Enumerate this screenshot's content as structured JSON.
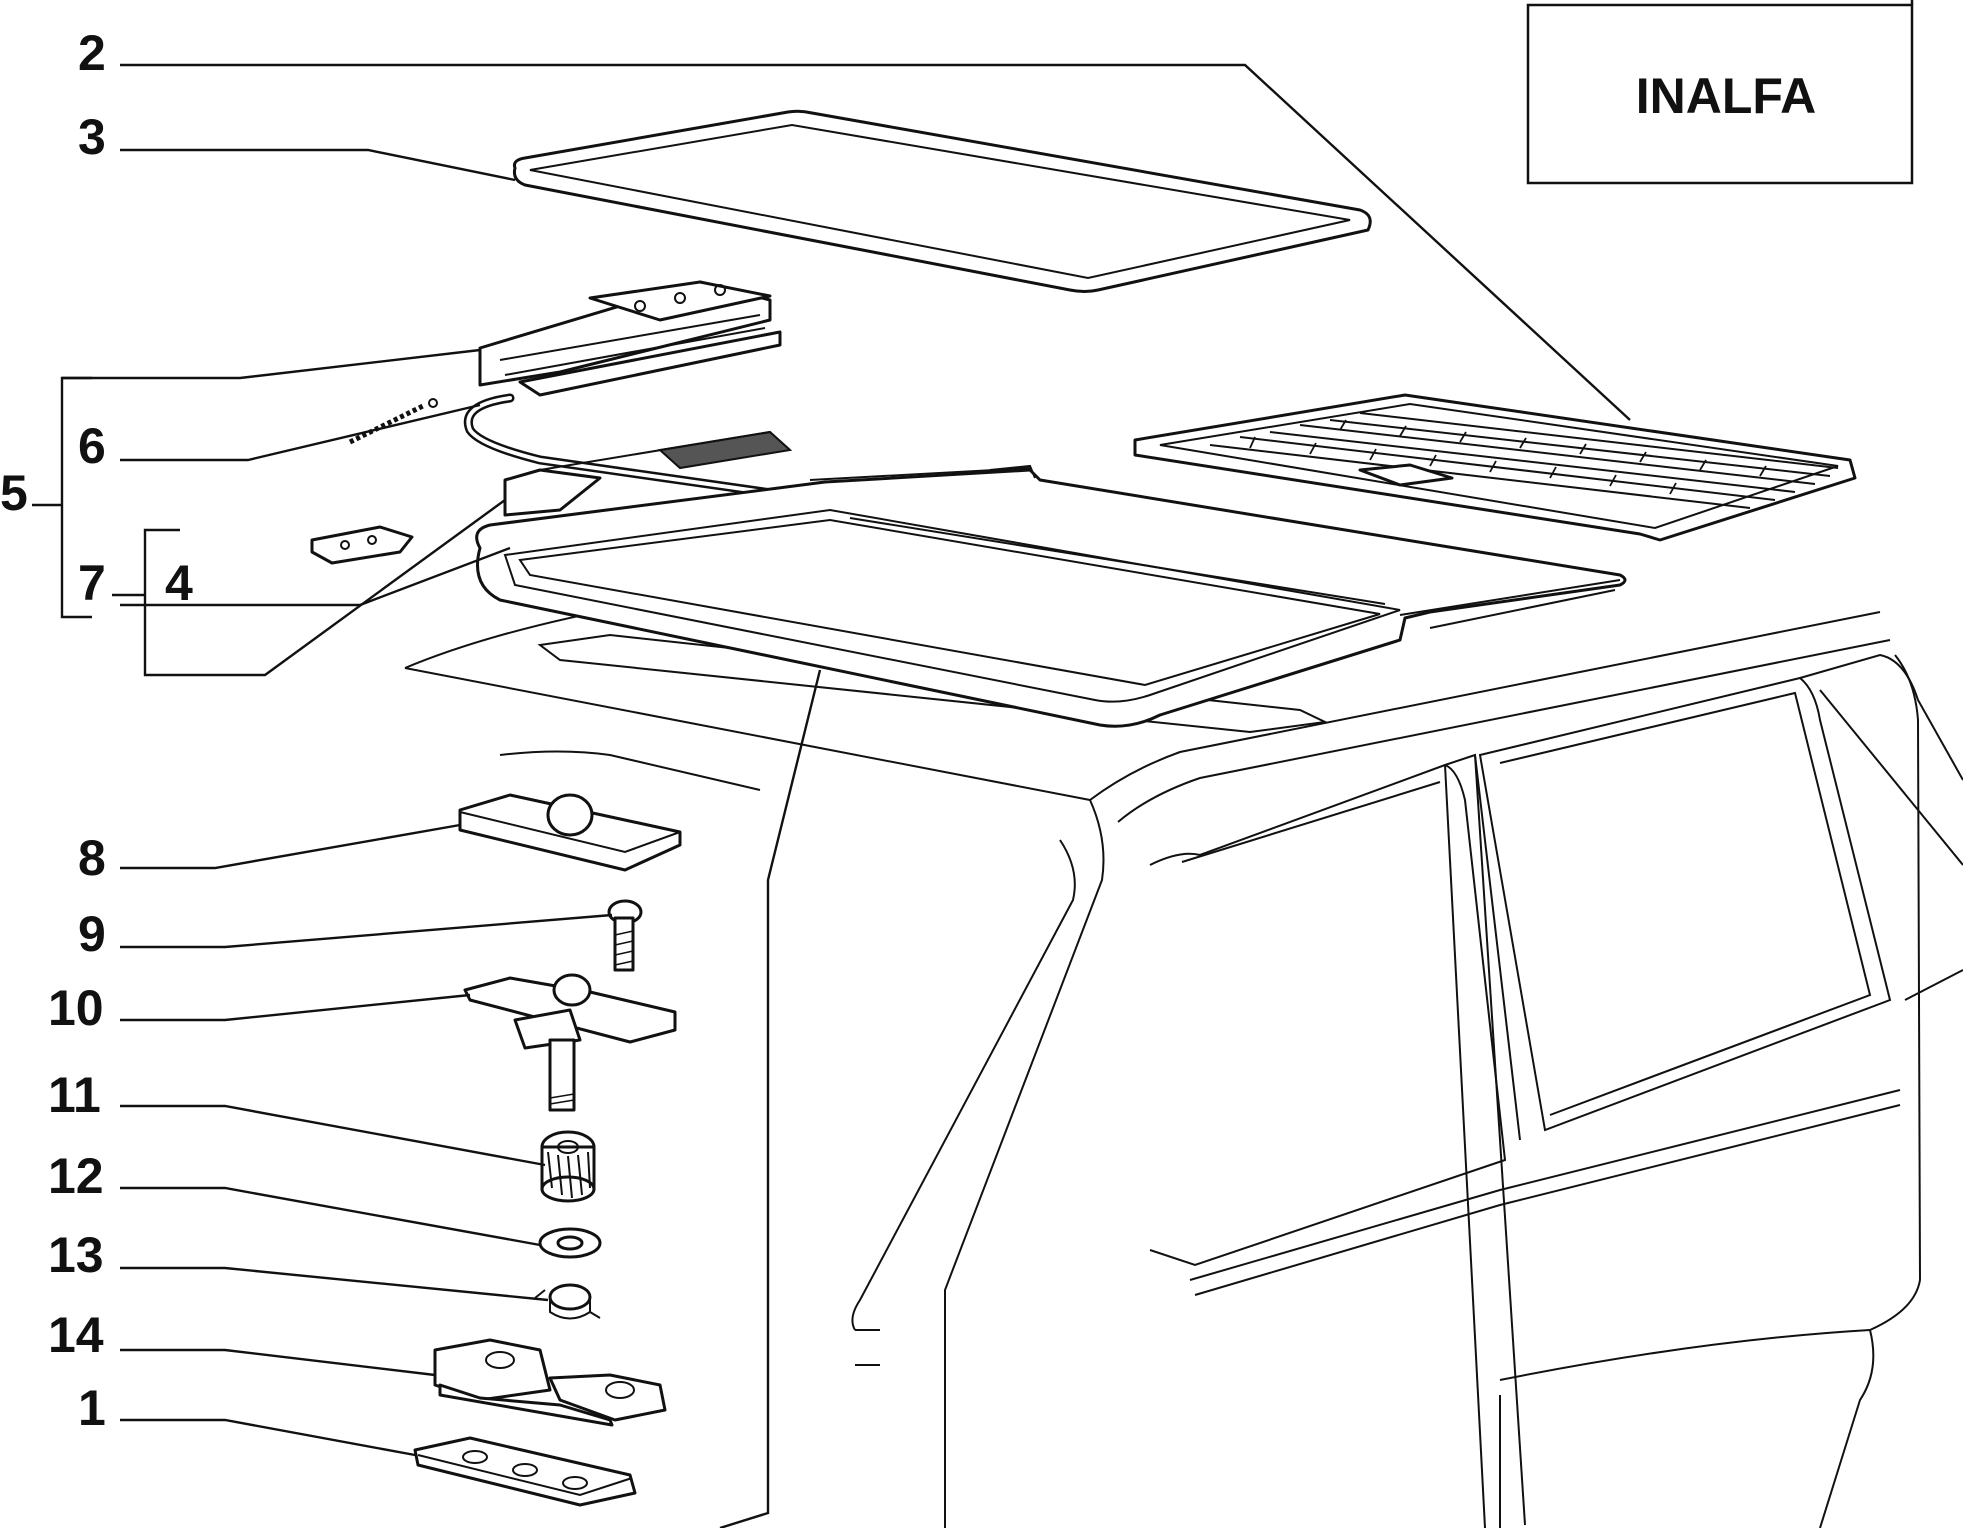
{
  "brand_box": {
    "label": "INALFA"
  },
  "callouts": [
    {
      "id": "2",
      "label": "2"
    },
    {
      "id": "3",
      "label": "3"
    },
    {
      "id": "5",
      "label": "5"
    },
    {
      "id": "6",
      "label": "6"
    },
    {
      "id": "7",
      "label": "7"
    },
    {
      "id": "4",
      "label": "4"
    },
    {
      "id": "8",
      "label": "8"
    },
    {
      "id": "9",
      "label": "9"
    },
    {
      "id": "10",
      "label": "10"
    },
    {
      "id": "11",
      "label": "11"
    },
    {
      "id": "12",
      "label": "12"
    },
    {
      "id": "13",
      "label": "13"
    },
    {
      "id": "14",
      "label": "14"
    },
    {
      "id": "1",
      "label": "1"
    }
  ]
}
